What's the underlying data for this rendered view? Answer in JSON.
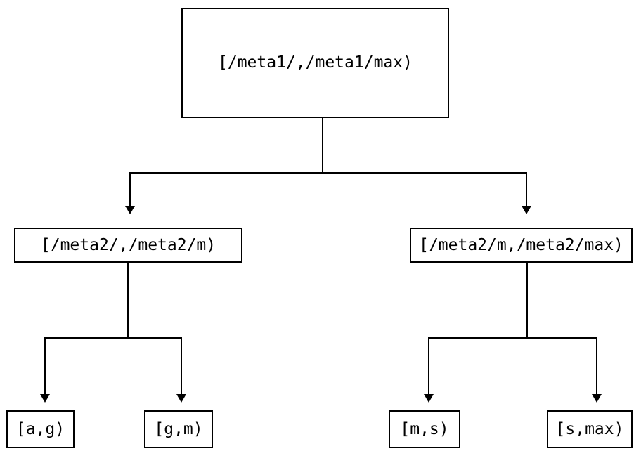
{
  "diagram": {
    "type": "tree",
    "orientation": "top-down",
    "background_color": "#ffffff",
    "line_color": "#000000",
    "box_fill_color": "#ffffff",
    "box_border_color": "#000000",
    "nodes": {
      "root": {
        "label": "[/meta1/,/meta1/max)",
        "level": 0
      },
      "meta2_lower": {
        "label": "[/meta2/,/meta2/m)",
        "level": 1
      },
      "meta2_upper": {
        "label": "[/meta2/m,/meta2/max)",
        "level": 1
      },
      "leaf_ag": {
        "label": "[a,g)",
        "level": 2
      },
      "leaf_gm": {
        "label": "[g,m)",
        "level": 2
      },
      "leaf_ms": {
        "label": "[m,s)",
        "level": 2
      },
      "leaf_smax": {
        "label": "[s,max)",
        "level": 2
      }
    },
    "edges": [
      {
        "from": "root",
        "to": "meta2_lower",
        "arrow": "down-triangle"
      },
      {
        "from": "root",
        "to": "meta2_upper",
        "arrow": "down-triangle"
      },
      {
        "from": "meta2_lower",
        "to": "leaf_ag",
        "arrow": "down-triangle"
      },
      {
        "from": "meta2_lower",
        "to": "leaf_gm",
        "arrow": "down-triangle"
      },
      {
        "from": "meta2_upper",
        "to": "leaf_ms",
        "arrow": "down-triangle"
      },
      {
        "from": "meta2_upper",
        "to": "leaf_smax",
        "arrow": "down-triangle"
      }
    ]
  }
}
